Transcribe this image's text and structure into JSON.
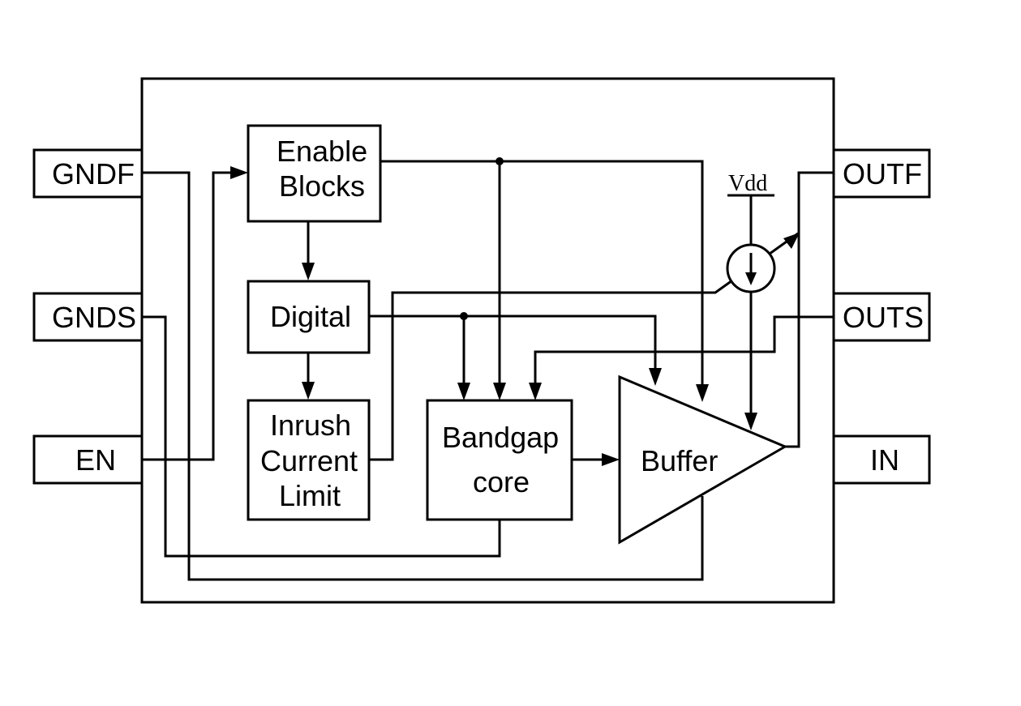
{
  "pins": {
    "gndf": "GNDF",
    "gnds": "GNDS",
    "en": "EN",
    "outf": "OUTF",
    "outs": "OUTS",
    "in": "IN"
  },
  "blocks": {
    "enable_line1": "Enable",
    "enable_line2": "Blocks",
    "digital": "Digital",
    "inrush_line1": "Inrush",
    "inrush_line2": "Current",
    "inrush_line3": "Limit",
    "bandgap_line1": "Bandgap",
    "bandgap_line2": "core",
    "buffer": "Buffer"
  },
  "supply": {
    "vdd": "Vdd"
  }
}
